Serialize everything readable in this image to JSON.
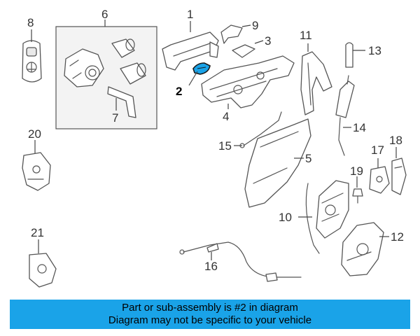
{
  "callouts": {
    "c1": "1",
    "c2": "2",
    "c3": "3",
    "c4": "4",
    "c5": "5",
    "c6": "6",
    "c7": "7",
    "c8": "8",
    "c9": "9",
    "c10": "10",
    "c11": "11",
    "c12": "12",
    "c13": "13",
    "c14": "14",
    "c15": "15",
    "c16": "16",
    "c17": "17",
    "c18": "18",
    "c19": "19",
    "c20": "20",
    "c21": "21"
  },
  "highlighted_part": "2",
  "highlight_color": "#1aa3e8",
  "banner": {
    "line1": "Part or sub-assembly is #2 in diagram",
    "line2": "Diagram may not be specific to your vehicle",
    "background": "#1aa3e8"
  }
}
